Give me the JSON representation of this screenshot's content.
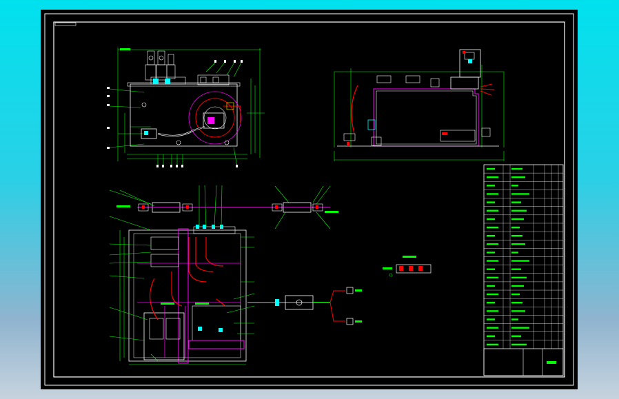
{
  "colors": {
    "background": "#000000",
    "border": "#ffffff",
    "dimension": "#00ff00",
    "magenta": "#ff00ff",
    "red": "#ff0000",
    "cyan": "#00ffff",
    "yellow": "#ffff00"
  },
  "drawing": {
    "frame": "ortho-drawing-frame",
    "views": [
      "front-view",
      "side-view",
      "plan-view",
      "connection-diagram"
    ]
  },
  "title_block": {
    "rows": 22,
    "cols": 6
  }
}
